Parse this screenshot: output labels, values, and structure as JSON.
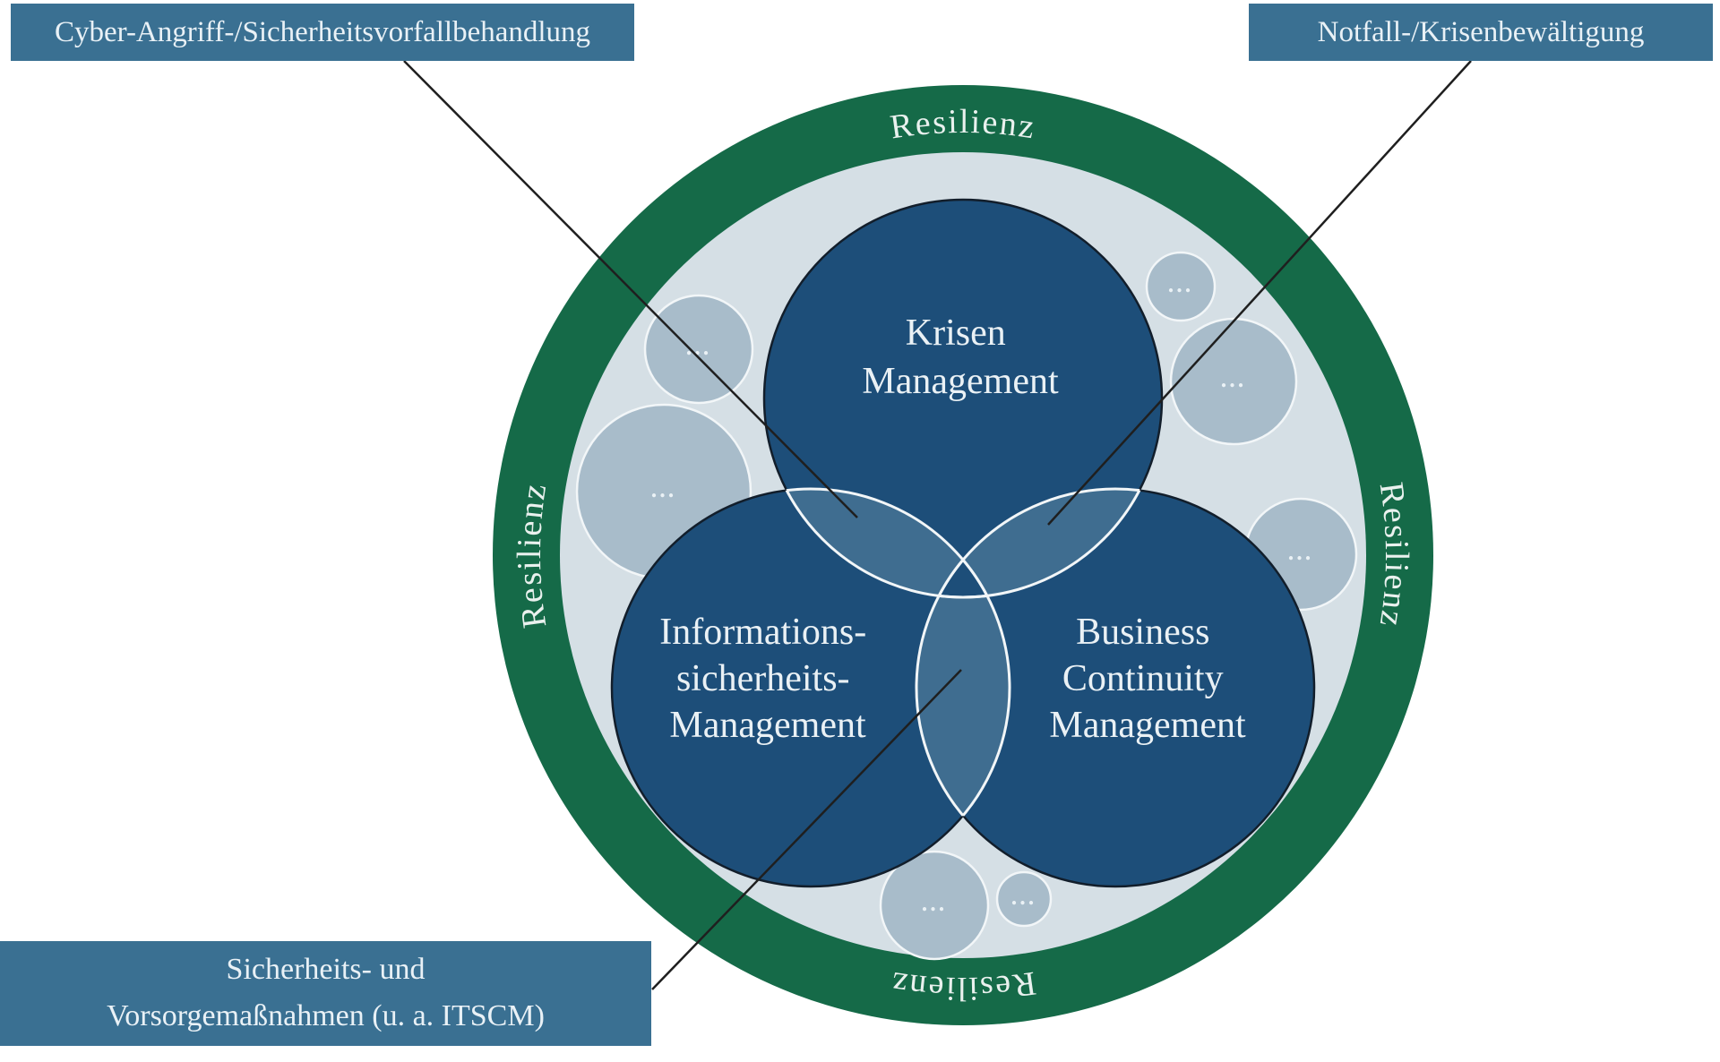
{
  "diagram": {
    "callouts": {
      "top_left": "Cyber-Angriff-/Sicherheitsvorfallbehandlung",
      "top_right": "Notfall-/Krisenbewältigung",
      "bottom_left": [
        "Sicherheits- und",
        "Vorsorgemaßnahmen (u. a. ITSCM)"
      ]
    },
    "ring_label": "Resilienz",
    "venn": {
      "krisen": [
        "Krisen",
        "Management"
      ],
      "informationssicherheit": [
        "Informations-",
        "sicherheits-",
        "Management"
      ],
      "business_continuity": [
        "Business",
        "Continuity",
        "Management"
      ]
    },
    "placeholder_dots": "..."
  },
  "colors": {
    "ring_green": "#156a48",
    "inner_circle": "#d5dfe5",
    "venn_circle": "#1d4e79",
    "overlap": "#3f6d90",
    "bubble": "#a8bcca",
    "callout_bg": "#3a7092",
    "text_light": "#eaf1f5",
    "ring_text": "#e9f1ee",
    "connector": "#1f1f1f"
  }
}
